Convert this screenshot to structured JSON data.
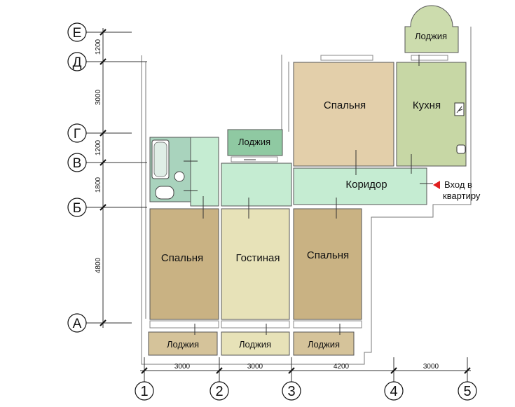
{
  "colors": {
    "bedroom": "#e3cfaa",
    "bedroom_dark": "#c9b283",
    "living": "#e7e2b8",
    "kitchen": "#c7d7a5",
    "corridor": "#c5ecd2",
    "loggia": "#8fc9a2",
    "loggia_light": "#ccdcad",
    "loggia_bottom": "#d5c39a",
    "bath": "#a9d3bd",
    "wall": "#ffffff",
    "entry_arrow": "#e02020"
  },
  "rooms": {
    "bedroom_left": "Спальня",
    "living": "Гостиная",
    "bedroom_mid": "Спальня",
    "bedroom_top": "Спальня",
    "kitchen": "Кухня",
    "corridor": "Коридор",
    "loggia_top": "Лоджия",
    "loggia_small": "Лоджия",
    "loggia_b1": "Лоджия",
    "loggia_b2": "Лоджия",
    "loggia_b3": "Лоджия"
  },
  "entry": {
    "line1": "Вход в",
    "line2": "квартиру"
  },
  "axes_letters": [
    "Е",
    "Д",
    "Г",
    "В",
    "Б",
    "А"
  ],
  "axes_numbers": [
    "1",
    "2",
    "3",
    "4",
    "5"
  ],
  "dims_vertical": [
    "1200",
    "3000",
    "1200",
    "1800",
    "4800"
  ],
  "dims_horizontal": [
    "3000",
    "3000",
    "4200",
    "3000"
  ]
}
